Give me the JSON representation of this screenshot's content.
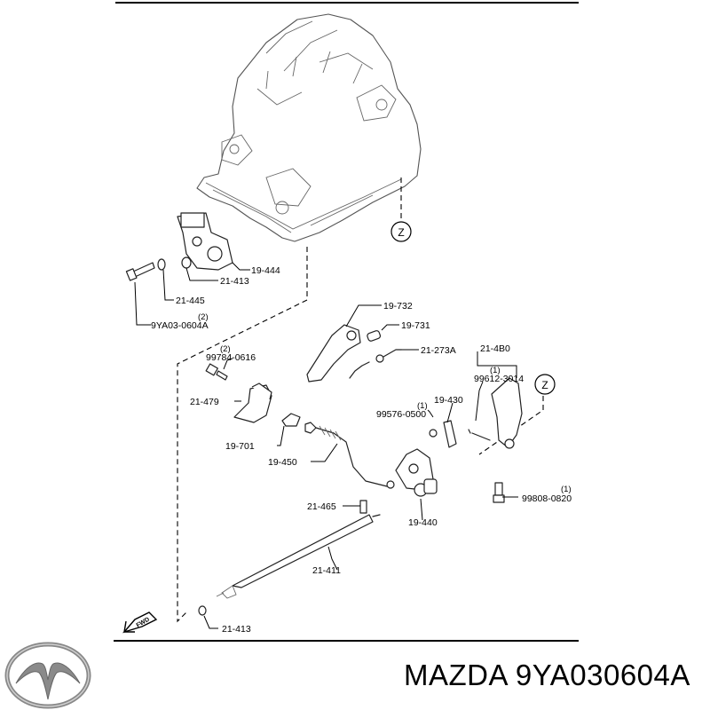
{
  "callouts": [
    {
      "id": "19-444",
      "qty": ""
    },
    {
      "id": "21-413",
      "qty": ""
    },
    {
      "id": "21-445",
      "qty": ""
    },
    {
      "id": "9YA03-0604A",
      "qty": "(2)"
    },
    {
      "id": "19-732",
      "qty": ""
    },
    {
      "id": "19-731",
      "qty": ""
    },
    {
      "id": "21-273A",
      "qty": ""
    },
    {
      "id": "99784-0616",
      "qty": "(2)"
    },
    {
      "id": "21-479",
      "qty": ""
    },
    {
      "id": "19-701",
      "qty": ""
    },
    {
      "id": "19-450",
      "qty": ""
    },
    {
      "id": "21-4B0",
      "qty": ""
    },
    {
      "id": "99612-3014",
      "qty": "(1)"
    },
    {
      "id": "99576-0500",
      "qty": "(1)"
    },
    {
      "id": "19-430",
      "qty": ""
    },
    {
      "id": "21-465",
      "qty": ""
    },
    {
      "id": "19-440",
      "qty": ""
    },
    {
      "id": "99808-0820",
      "qty": "(1)"
    },
    {
      "id": "21-411",
      "qty": ""
    },
    {
      "id": "21-413",
      "qty": ""
    }
  ],
  "connector_markers": [
    "Z",
    "Z"
  ],
  "direction_label": "FWD",
  "brand": {
    "logo": "mazda-logo",
    "caption": "MAZDA 9YA030604A"
  }
}
